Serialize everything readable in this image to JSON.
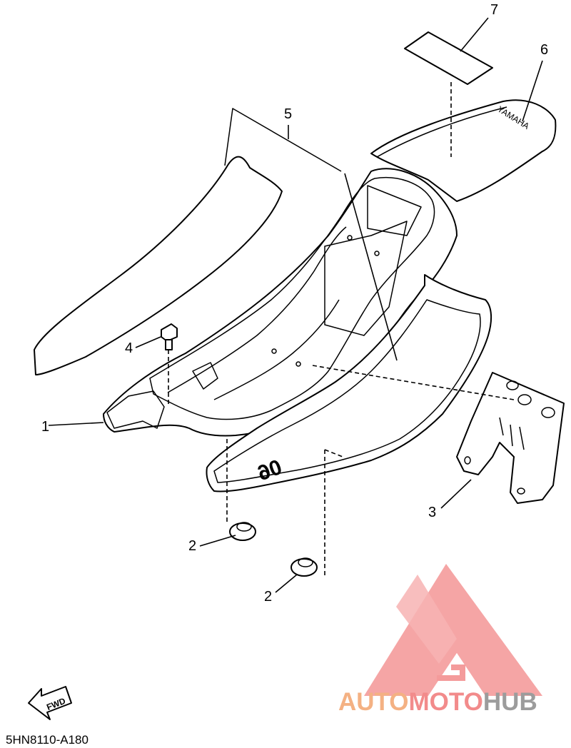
{
  "callouts": {
    "c1": "1",
    "c2a": "2",
    "c2b": "2",
    "c3": "3",
    "c4": "4",
    "c5": "5",
    "c6": "6",
    "c7": "7"
  },
  "seat_brand": "YAMAHA",
  "cover_number": "90",
  "fwd_label": "FWD",
  "diagram_code": "5HN8110-A180",
  "watermark": {
    "part1": "AUTO",
    "part2": "MOTO",
    "part3": "HUB",
    "colors": {
      "auto": "#f4b183",
      "moto": "#f28b8b",
      "hub": "#9c9c9c",
      "logo": "#f49b9b"
    }
  }
}
